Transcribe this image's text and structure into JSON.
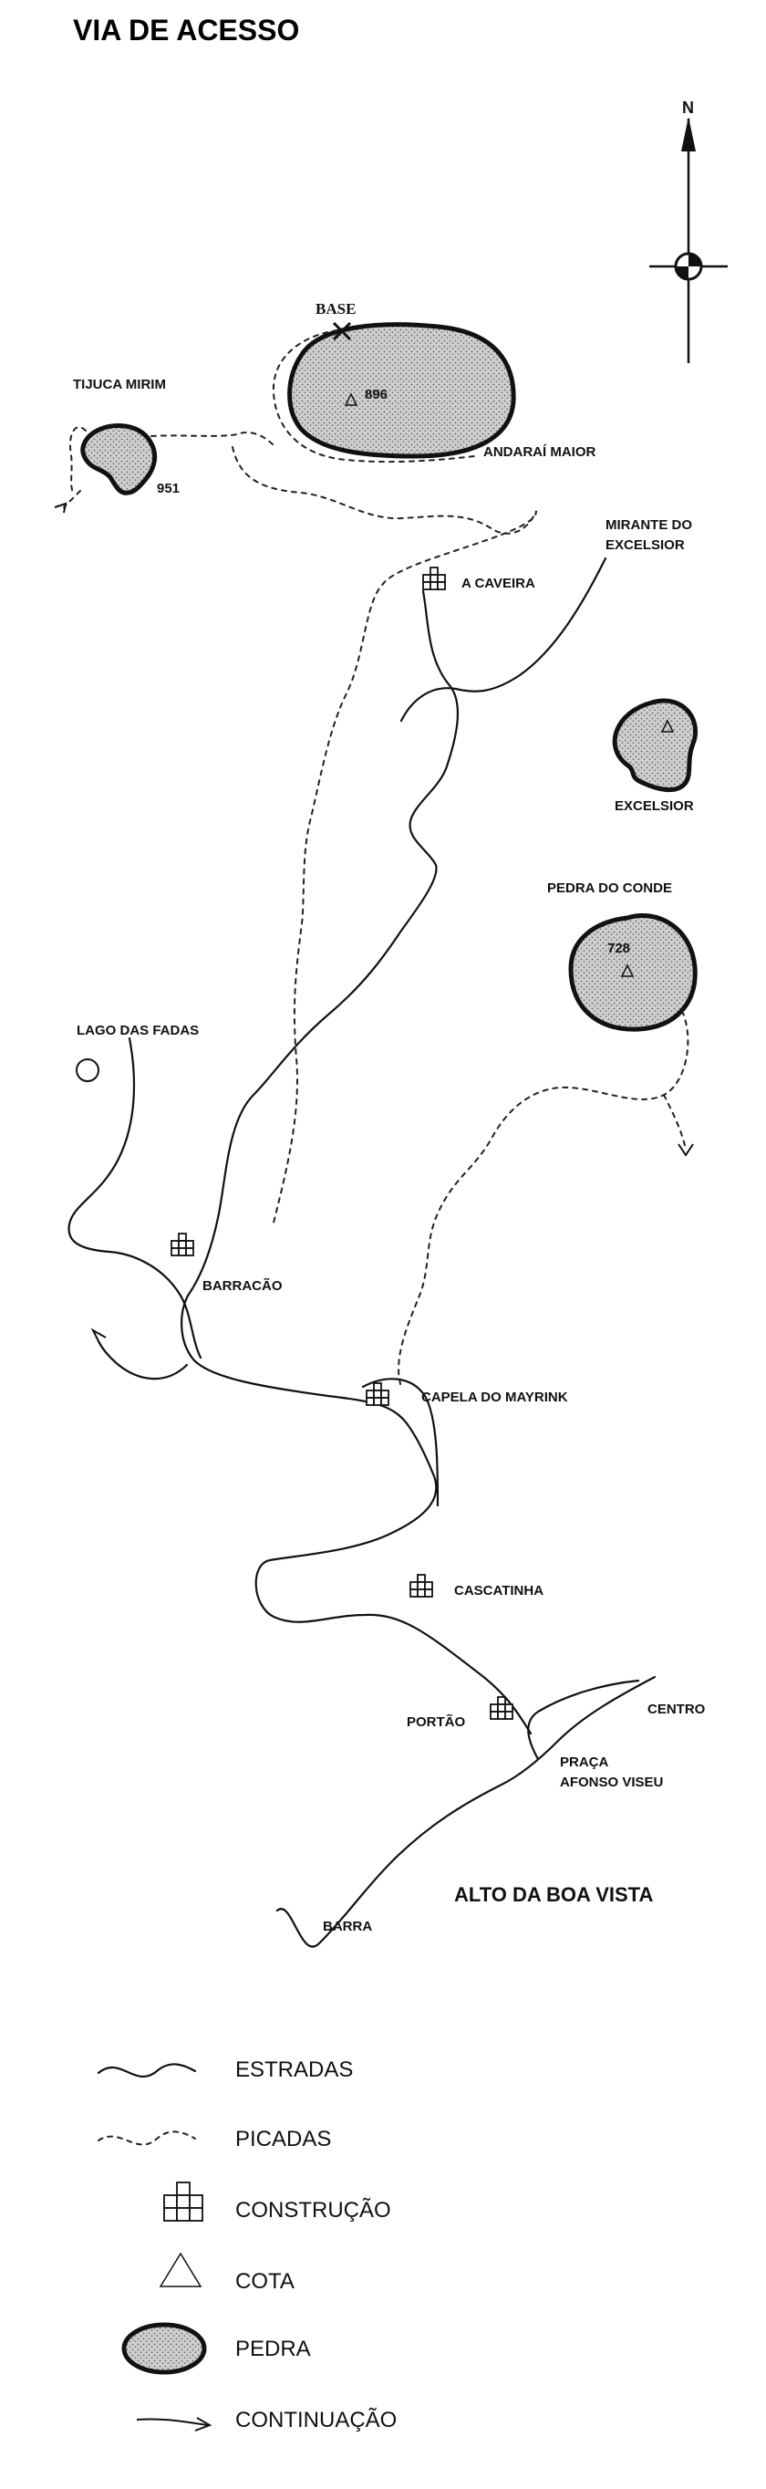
{
  "title": "VIA DE ACESSO",
  "compass": {
    "north_label": "N"
  },
  "places": {
    "base": "BASE",
    "tijuca_mirim": "TIJUCA MIRIM",
    "tijuca_mirim_elev": "951",
    "andarai_elev": "896",
    "andarai_maior": "ANDARAÍ MAIOR",
    "mirante_line1": "MIRANTE DO",
    "mirante_line2": "EXCELSIOR",
    "a_caveira": "A CAVEIRA",
    "excelsior": "EXCELSIOR",
    "pedra_do_conde": "PEDRA DO CONDE",
    "pedra_do_conde_elev": "728",
    "lago_das_fadas": "LAGO DAS FADAS",
    "barracao": "BARRACÃO",
    "capela_do_mayrink": "CAPELA DO MAYRINK",
    "cascatinha": "CASCATINHA",
    "portao": "PORTÃO",
    "centro": "CENTRO",
    "praca_line1": "PRAÇA",
    "praca_line2": "AFONSO VISEU",
    "alto_da_boa_vista": "ALTO DA BOA VISTA",
    "barra": "BARRA"
  },
  "legend": {
    "estradas": "ESTRADAS",
    "picadas": "PICADAS",
    "construcao": "CONSTRUÇÃO",
    "cota": "COTA",
    "pedra": "PEDRA",
    "continuacao": "CONTINUAÇÃO"
  }
}
